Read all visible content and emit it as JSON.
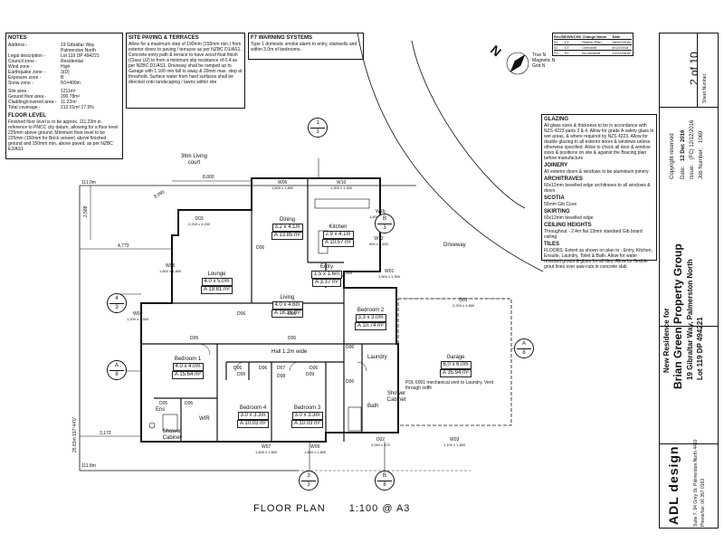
{
  "notes": {
    "heading": "NOTES",
    "rows": [
      {
        "k": "Address -",
        "v": "19 Gibraltar Way"
      },
      {
        "k": "",
        "v": "Palmerston North"
      },
      {
        "k": "Legal description -",
        "v": "Lot 119 DP 494221"
      },
      {
        "k": "Council zone -",
        "v": "Residential"
      },
      {
        "k": "Wind zone -",
        "v": "High"
      },
      {
        "k": "Earthquake zone -",
        "v": "3(D)"
      },
      {
        "k": "Exposure zone -",
        "v": "B"
      },
      {
        "k": "Snow zone -",
        "v": "N1=400m"
      }
    ],
    "rows2": [
      {
        "k": "Site area -",
        "v": "1211m²"
      },
      {
        "k": "Ground floor area -",
        "v": "200.78m²"
      },
      {
        "k": "Cladding/covered area -",
        "v": "11.22m²"
      },
      {
        "k": "Total coverage -",
        "v": "212.01m²   17.5%"
      }
    ],
    "floor_heading": "FLOOR LEVEL",
    "floor_text": "Finished floor level is to be approx. 111.23m in reference to PNCC city datum, allowing for a floor level 225mm above ground. Minimum floor level to be 225mm (150mm for Brick veneer) above finished ground and 150mm min. above paved, as per NZBC E2/AS1"
  },
  "site_paving": {
    "heading": "SITE PAVING & TERRACES",
    "text": "Allow for a maximum step of 190mm (150mm min.) from exterior doors to paving / terraces as per NZBC D1/AS1. Concrete entry path & terrace to have wood float finish (Class U2) to from a minimum slip resistance of 0.4 as per NZBC D1/AS1. Driveway shall be ramped up to Garage with 1:100 min fall to away & 20mm max. step at threshold. Surface water from hard surfaces shall be directed onto landscaping / lawns within site"
  },
  "f7": {
    "heading": "F7 WARNING SYSTEMS",
    "text": "Type 1 domestic smoke alarm to entry, stairwells and within 3.0m of bedrooms."
  },
  "revisions": {
    "headers": [
      "Rev/ID",
      "DWN",
      "CHK",
      "Change Name",
      "Date"
    ],
    "rows": [
      [
        "01",
        "CT",
        "",
        "Sketch Plan",
        "06/02/2016"
      ],
      [
        "02",
        "CT",
        "",
        "Checked",
        "8/12/2016"
      ],
      [
        "FC",
        "FC",
        "",
        "for consent",
        "12/12/2016"
      ]
    ]
  },
  "glazing": {
    "heading": "GLAZING",
    "text": "All glass sizes & thickness to be in accordance with NZS 4223 parts 3 & 4. Allow for grade A safety glass to wet areas, & where required by NZS 4223. Allow for double glazing to all exterior doors & windows unless otherwise specified. Allow to check all door & window sizes & positions on site & against the Bracing plan before manufacture"
  },
  "joinery": {
    "heading": "JOINERY",
    "text": "All exterior doors & windows to be aluminium joinery"
  },
  "architraves": {
    "heading": "ARCHITRAVES",
    "text": "60x12mm bevelled edge architraves to all windows & doors"
  },
  "scotia": {
    "heading": "SCOTIA",
    "text": "55mm Gib Cove"
  },
  "skirting": {
    "heading": "SKIRTING",
    "text": "60x12mm bevelled edge"
  },
  "ceiling": {
    "heading": "CEILING HEIGHTS",
    "text": "Throughout - 2.4m flat 13mm standard Gib board ceiling"
  },
  "tiles": {
    "heading": "TILES",
    "text": "FLOORS: Extent as shown on plan to - Entry, Kitchen, Ensuite, Laundry, Toilet & Bath. Allow for water resistant grouts & glues for all tiles. Allow for flexible grout lines over saw-cuts in concrete slab"
  },
  "title_block": {
    "new_residence": "New Residence for",
    "client": "Brian Green Property Group",
    "address1": "19 Gibraltar Way, Palmerston North",
    "address2": "Lot 119 DP 494221",
    "copyright": "Copyright reserved",
    "date_label": "Date:",
    "date": "12 Dec 2016",
    "issue_label": "Issue:",
    "issue": "(FC) 12/12/2016",
    "job_label": "Job Number:",
    "job": "1069",
    "sheet_label": "Sheet Number:",
    "sheet": "2 of 10",
    "firm_address": "Suite 7, 94 Grey St, Palmerston North 4410",
    "firm_phone": "Phone/fax: 06 357 0163"
  },
  "plan_title": "FLOOR PLAN",
  "plan_scale": "1:100 @ A3",
  "rooms": {
    "living_court": {
      "name": "36m Living",
      "name2": "court"
    },
    "dining": {
      "name": "Dining",
      "dim": "3.2 x 4.1m",
      "area": "A   13.85 m²"
    },
    "kitchen": {
      "name": "Kitchen",
      "dim": "2.9 x 4.1m",
      "area": "A   10.57 m²"
    },
    "lounge": {
      "name": "Lounge",
      "dim": "4.0 x 5.0m",
      "area": "A   19.81 m²"
    },
    "living": {
      "name": "Living",
      "dim": "4.0 x 4.6m",
      "area": "A   18.31 m²"
    },
    "entry": {
      "name": "Entry",
      "dim": "1.5 x 1.6m",
      "area": "A   3.37 m²"
    },
    "bedroom2": {
      "name": "Bedroom 2",
      "dim": "3.3 x 3.0m",
      "area": "A   10.74 m²"
    },
    "bedroom1": {
      "name": "Bedroom 1",
      "dim": "4.0 x 4.0m",
      "area": "A   15.64 m²"
    },
    "bedroom4": {
      "name": "Bedroom 4",
      "dim": "3.0 x 3.3m",
      "area": "A   10.03 m²"
    },
    "bedroom3": {
      "name": "Bedroom 3",
      "dim": "3.0 x 3.3m",
      "area": "A   10.03 m²"
    },
    "garage": {
      "name": "Garage",
      "dim": "6.0 x 6.0m",
      "area": "A   35.94 m²"
    },
    "hall": "Hall 1.2m wide",
    "laundry": "Laundry",
    "bath": "Bath",
    "wir": "WIR",
    "ens": "Ens",
    "shower1": "Shower Cabinet",
    "shower2": "Shower Cabinet",
    "driveway": "Driveway",
    "pdl": "PDL 6001 mechanical vent to Laundry. Vent through soffit"
  },
  "dims": {
    "top": "8,000",
    "left1": "2,588",
    "left2": "4,773",
    "left3": "3,173",
    "boundary1": "111.0m",
    "boundary2": "111.8m",
    "side_bearing": "25.83m  197°44'0\"",
    "bearing2": "8,095"
  },
  "windows": [
    {
      "id": "W06",
      "size": "1,800 x 1,800"
    },
    {
      "id": "W10",
      "size": "1,300 x 1,300"
    },
    {
      "id": "W11",
      "size": "1,800 x 1,800"
    },
    {
      "id": "W12",
      "size": "600 x 1,500"
    },
    {
      "id": "W05",
      "size": "1,800 x 1,800"
    },
    {
      "id": "W01",
      "size": "1,800 x 1,500"
    },
    {
      "id": "W04",
      "size": "1,200 x 1,500"
    },
    {
      "id": "W07",
      "size": "1,800 x 1,800"
    },
    {
      "id": "W09",
      "size": "1,800 x 1,800"
    },
    {
      "id": "W03",
      "size": "1,100 x 1,800"
    },
    {
      "id": "D01",
      "size": "2,200 x 4,800"
    },
    {
      "id": "D02",
      "size": "2,090 x 870"
    },
    {
      "id": "D03",
      "size": "2,200 x 4,200"
    }
  ],
  "doors": [
    "D06",
    "D06",
    "D06",
    "D05",
    "D06",
    "D06",
    "D06",
    "D09",
    "D09",
    "D07",
    "D08",
    "D06",
    "D06",
    "D06",
    "D06",
    "D05",
    "D06"
  ],
  "markers": [
    {
      "top": "1",
      "bot": "3"
    },
    {
      "top": "B",
      "bot": "3"
    },
    {
      "top": "4",
      "bot": "3"
    },
    {
      "top": "A",
      "bot": "8"
    },
    {
      "top": "A",
      "bot": "8"
    },
    {
      "top": "3",
      "bot": "3"
    },
    {
      "top": "B",
      "bot": "8"
    }
  ],
  "north": "N",
  "compass_labels": [
    "True N",
    "Magnetic N",
    "Grid N"
  ],
  "logo_text": "ADL design"
}
